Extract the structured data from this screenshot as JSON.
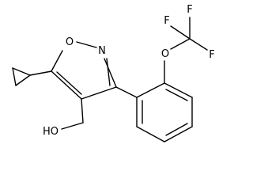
{
  "structure": {
    "atoms": {
      "ring_o": "O",
      "ring_n": "N",
      "ether_o": "O",
      "f_left": "F",
      "f_top": "F",
      "f_right": "F",
      "hydroxyl": "HO"
    }
  },
  "colors": {
    "bond": "#000000",
    "label": "#000000",
    "background": "#ffffff"
  }
}
